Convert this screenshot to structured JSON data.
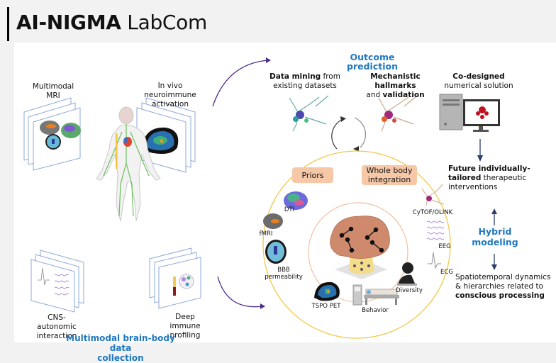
{
  "header": {
    "title_bold": "AI-NIGMA",
    "title_rest": " LabCom"
  },
  "left": {
    "mri_label_1": "Multimodal",
    "mri_label_2": "MRI",
    "neuro_label_1": "In vivo neuroimmune",
    "neuro_label_2": "activation",
    "cns_label_1": "CNS-autonomic",
    "cns_label_2": "interaction",
    "immune_label_1": "Deep immune",
    "immune_label_2": "profiling",
    "collection_title_1": "Multimodal brain-body data",
    "collection_title_2": "collection"
  },
  "top": {
    "outcome_title": "Outcome prediction",
    "mining_bold": "Data mining",
    "mining_rest": " from",
    "mining_line2": "existing datasets",
    "mech_bold": "Mechanistic hallmarks",
    "mech_line2_pre": "and ",
    "mech_line2_bold": "validation",
    "codesigned_bold": "Co-designed",
    "codesigned_line2": "numerical solution"
  },
  "circle": {
    "priors": "Priors",
    "whole_body_1": "Whole body",
    "whole_body_2": "integration",
    "dti": "DTI",
    "fmri": "fMRI",
    "bbb_1": "BBB",
    "bbb_2": "permeability",
    "tspo": "TSPO PET",
    "behavior": "Behavior",
    "diversity": "Diversity",
    "ecg": "ECG",
    "eeg": "EEG",
    "cytof": "CyTOF/OLINK"
  },
  "right": {
    "future_bold_1": "Future individually-",
    "future_bold_2": "tailored",
    "future_rest_2": " therapeutic",
    "future_line3": "interventions",
    "hybrid_1": "Hybrid",
    "hybrid_2": "modeling",
    "spatio_1": "Spatiotemporal dynamics",
    "spatio_2": "& hierarchies  related to",
    "spatio_bold": "conscious processing"
  },
  "colors": {
    "accent_blue": "#1f78c1",
    "peach": "#f6c8a8",
    "circle_yellow": "#f3c84b",
    "arrow_purple": "#4b2a8a",
    "arrow_navy": "#2b3d6b"
  }
}
